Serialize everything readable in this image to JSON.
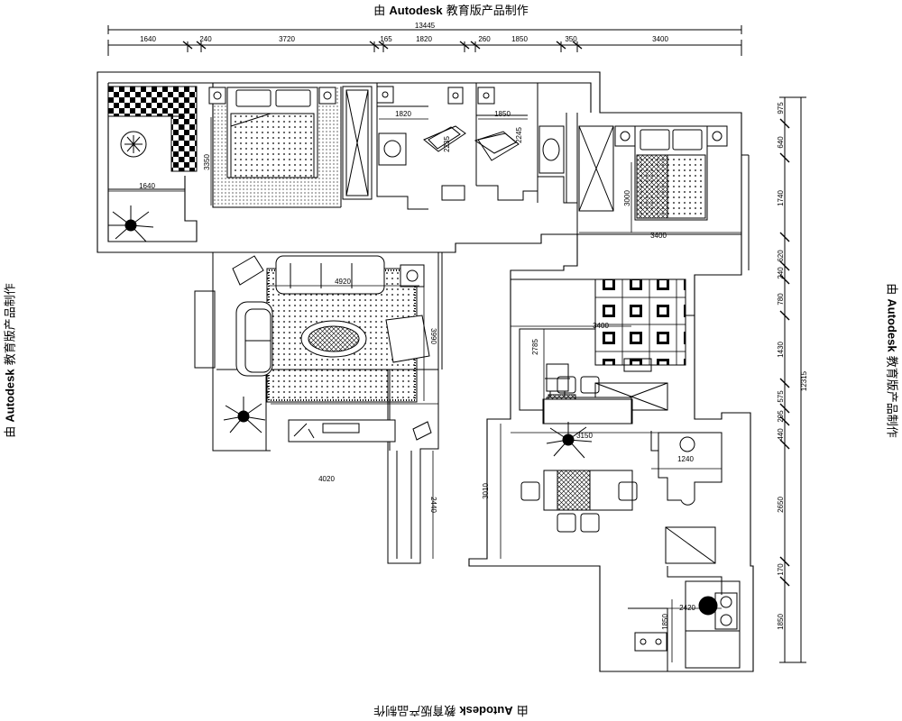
{
  "watermark": {
    "prefix": "由 ",
    "brand": "Autodesk",
    "suffix": " 教育版产品制作"
  },
  "dims_top": {
    "total": "13445",
    "segments": [
      "1640",
      "240",
      "3720",
      "165",
      "1820",
      "260",
      "1850",
      "350",
      "3400"
    ]
  },
  "dims_right": {
    "total": "12315",
    "segments": [
      "975",
      "640",
      "1740",
      "620",
      "240",
      "780",
      "1430",
      "575",
      "205",
      "440",
      "2650",
      "170",
      "1850"
    ]
  },
  "room_dims": {
    "bath1_width": "1820",
    "bath2_width": "1850",
    "bath1_depth": "2235",
    "bath2_depth": "2245",
    "bed1_depth": "3350",
    "bed1_closet": "1640",
    "bed2_depth": "3000",
    "bed2_width": "3400",
    "living_width": "4920",
    "living_depth": "3990",
    "living_bottom": "4020",
    "corridor_depth": "2440",
    "study_width": "3400",
    "study_depth": "2785",
    "dining_width": "3150",
    "dining_depth": "3010",
    "counter_width": "1240",
    "kitchen_width": "2420",
    "kitchen_depth": "1850"
  },
  "colors": {
    "line": "#000000",
    "background": "#ffffff"
  }
}
